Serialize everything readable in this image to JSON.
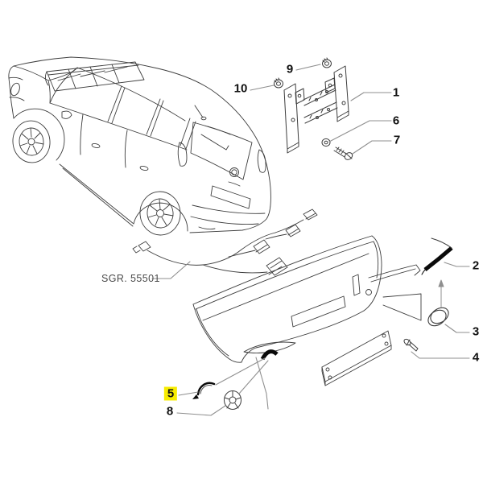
{
  "diagram": {
    "type": "exploded-parts-diagram",
    "subject": "rear bumper, license plate bracket and fittings with parking-sensor wiring",
    "group_code_label": "SGR. 55501",
    "colors": {
      "background": "#ffffff",
      "artwork_line": "#3d3d3d",
      "leader_line": "#8f8f8f",
      "callout_text": "#111111",
      "highlight": "#f7ec00",
      "solid_part": "#0a0a0a"
    },
    "callouts": [
      {
        "label": "1",
        "highlighted": false
      },
      {
        "label": "2",
        "highlighted": false
      },
      {
        "label": "3",
        "highlighted": false
      },
      {
        "label": "4",
        "highlighted": false
      },
      {
        "label": "5",
        "highlighted": true
      },
      {
        "label": "6",
        "highlighted": false
      },
      {
        "label": "7",
        "highlighted": false
      },
      {
        "label": "8",
        "highlighted": false
      },
      {
        "label": "9",
        "highlighted": false
      },
      {
        "label": "10",
        "highlighted": false
      }
    ]
  }
}
